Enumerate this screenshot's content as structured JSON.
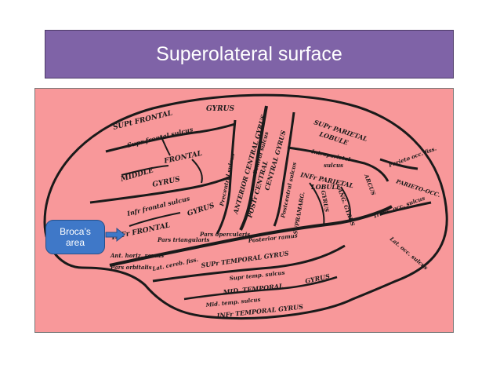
{
  "slide": {
    "title": "Superolateral surface",
    "callout": "Broca’s area"
  },
  "labels": {
    "supt_frontal": "SUPt FRONTAL",
    "gyrus_top": "GYRUS",
    "supr_frontal_sulcus": "Supr frontal sulcus",
    "middle": "MIDDLE",
    "frontal_mid": "FRONTAL",
    "gyrus_mid": "GYRUS",
    "infr_frontal_sulcus": "Infr frontal sulcus",
    "gyrus_inf": "GYRUS",
    "infr_frontal": "INFr FRONTAL",
    "pars_triangularis": "Pars triangularis",
    "pars_opercularis": "Pars opercularis",
    "anterior_ramus": "Ant. horiz. ramus",
    "pars_orbitalis": "Pars orbitalis",
    "precentral_sulcus": "Precentral sulcus",
    "anterior_central_gyrus": "ANTERIOR CENTRAL GYRUS",
    "central_sulcus": "Central sulcus",
    "central_gyrus": "CENTRAL GYRUS",
    "posterior_central": "POSTr CENTRAL",
    "postcentral_sulcus": "Postcentral sulcus",
    "supr_parietal": "SUPr PARIETAL",
    "lobule_top": "LOBULE",
    "intraparietal": "Intraparietal",
    "sulcus_ip": "sulcus",
    "infr_parietal": "INFr PARIETAL",
    "lobule": "LOBULE",
    "supramarg": "SUPRAMARG.",
    "gyrus_sm": "GYRUS",
    "ang_gyrus": "ANG. GYRUS",
    "parieto_occ_fiss": "Parieto occ. fiss.",
    "arcus": "ARCUS",
    "parieto_occ": "PARIETO-OCC.",
    "trans_occ_sulcus": "Trans. occ. sulcus",
    "lat_occ_sulcus": "Lat. occ. sulcus",
    "lat_cereb_fiss": "Lat. cereb. fiss.",
    "posterior_ramus": "Posterior ramus",
    "supr_temporal_gyrus": "SUPr TEMPORAL GYRUS",
    "supr_temp_sulcus": "Supr temp. sulcus",
    "mid_temporal": "MID. TEMPORAL",
    "gyrus_temp": "GYRUS",
    "mid_temp_sulcus": "Mid. temp. sulcus",
    "infr_temporal_gyrus": "INFr TEMPORAL GYRUS"
  },
  "colors": {
    "title_bg": "#7f63a7",
    "diagram_bg": "#f8989a",
    "callout_bg": "#3f78c8",
    "arrow": "#3f78c8"
  }
}
